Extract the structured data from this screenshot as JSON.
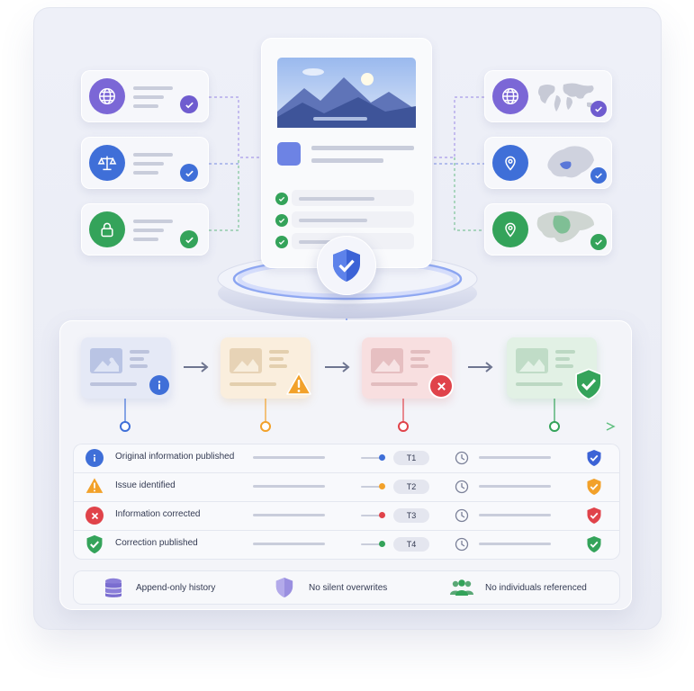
{
  "timeline_rows": [
    {
      "label": "Original information published",
      "time": "T1",
      "color": "#3f6fd8"
    },
    {
      "label": "Issue identified",
      "time": "T2",
      "color": "#f2a12a"
    },
    {
      "label": "Information corrected",
      "time": "T3",
      "color": "#e0434a"
    },
    {
      "label": "Correction published",
      "time": "T4",
      "color": "#34a35a"
    }
  ],
  "footer": {
    "history": "Append-only history",
    "overwrites": "No silent overwrites",
    "individuals": "No individuals referenced"
  },
  "colors": {
    "purple": "#6f5ccf",
    "blue": "#3f6fd8",
    "green": "#34a35a",
    "orange": "#f2a12a",
    "red": "#e0434a"
  }
}
